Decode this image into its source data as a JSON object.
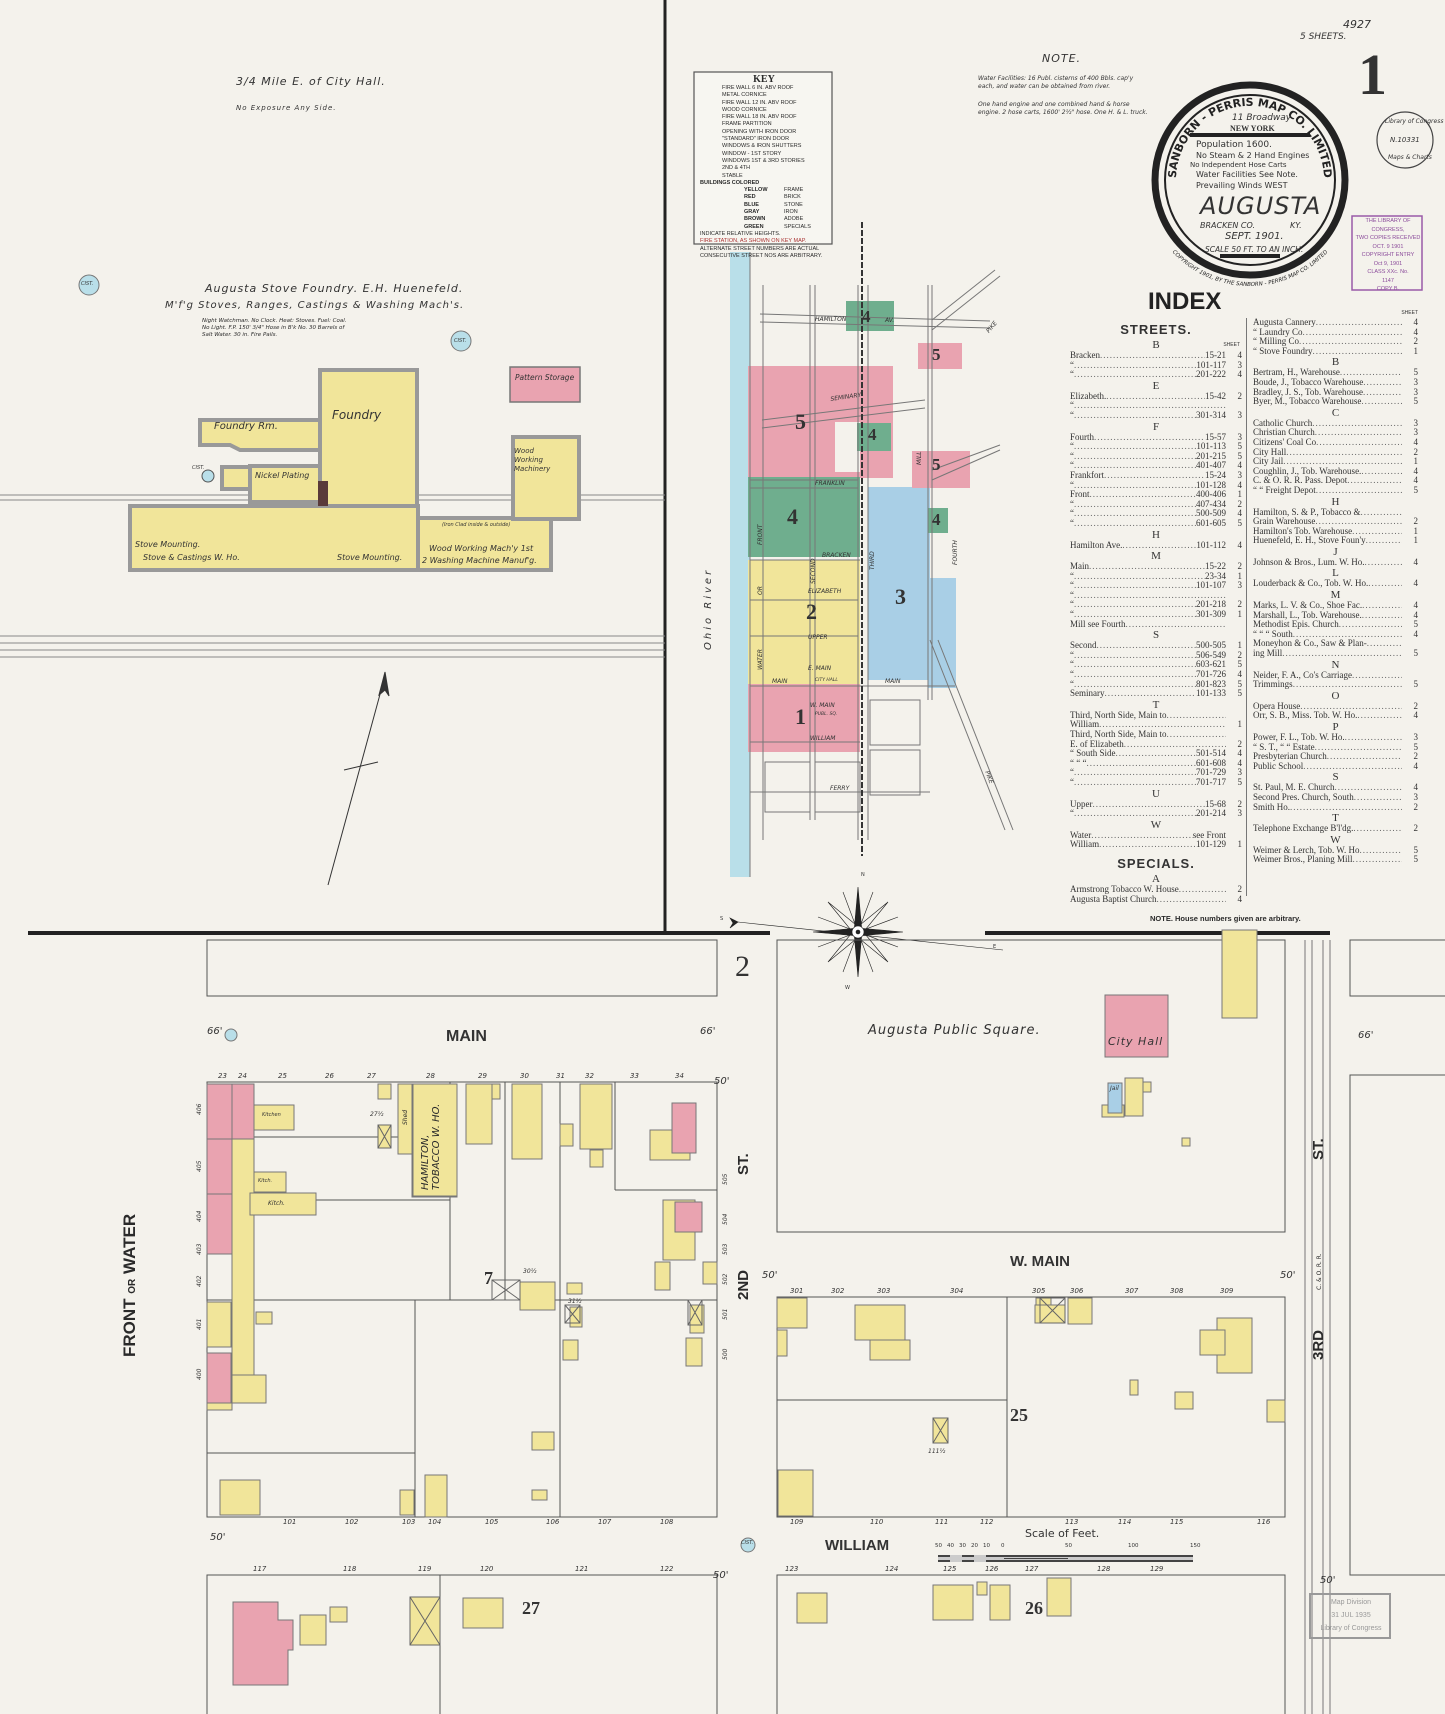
{
  "sheet": {
    "number": "1",
    "file_number": "4927",
    "sheets_note": "5 SHEETS.",
    "section_number": "2"
  },
  "seal": {
    "company": "SANBORN - PERRIS MAP CO. LIMITED",
    "address": "11 Broadway",
    "city": "NEW YORK",
    "population": "Population 1600.",
    "engines": "No Steam & 2 Hand Engines",
    "hose": "No Independent Hose Carts",
    "water": "Water Facilities See Note.",
    "winds": "Prevailing Winds WEST",
    "town": "AUGUSTA",
    "county": "BRACKEN CO.",
    "state": "KY.",
    "date": "SEPT. 1901.",
    "scale": "SCALE 50 FT. TO AN INCH.",
    "copyright": "COPYRIGHT 1901, BY THE SANBORN - PERRIS MAP CO. LIMITED"
  },
  "stamps": {
    "loc_circle": "Library of Congress",
    "loc_circle_number": "N.10331",
    "loc_circle_bottom": "Maps & Charts",
    "copyright_stamp": [
      "THE LIBRARY OF CONGRESS,",
      "TWO COPIES RECEIVED",
      "OCT. 9 1901",
      "COPYRIGHT ENTRY",
      "Oct 9, 1901",
      "CLASS  XXc. No.",
      "1147",
      "COPY B."
    ],
    "map_division": [
      "Map Division",
      "31 JUL 1935",
      "Library of Congress"
    ]
  },
  "note": {
    "title": "NOTE.",
    "water": "Water Facilities: 16 Publ. cisterns of 400 Bbls. cap'y each, and water can be obtained from river.",
    "equipment": "One hand engine and one combined hand & horse engine. 2 hose carts, 1600' 2½\" hose. One H. & L. truck."
  },
  "key": {
    "title": "KEY",
    "lines": [
      "FIRE WALL 6 IN. ABV ROOF",
      "METAL CORNICE",
      "FIRE WALL 12 IN. ABV ROOF",
      "WOOD CORNICE",
      "FIRE WALL 18 IN. ABV ROOF",
      "FRAME PARTITION",
      "OPENING WITH IRON DOOR",
      "\"STANDARD\" IRON DOOR",
      "WINDOWS & IRON SHUTTERS",
      "WINDOW - 1ST STORY",
      "WINDOWS 1ST & 3RD STORIES",
      "2ND & 4TH",
      "STABLE"
    ],
    "colors_heading": "BUILDINGS COLORED",
    "colors": [
      {
        "name": "YELLOW",
        "meaning": "FRAME",
        "hex": "#f1e59a"
      },
      {
        "name": "RED",
        "meaning": "BRICK",
        "hex": "#e9a3b0"
      },
      {
        "name": "BLUE",
        "meaning": "STONE",
        "hex": "#a9cfe6"
      },
      {
        "name": "GRAY",
        "meaning": "IRON",
        "hex": "#b5b5b5"
      },
      {
        "name": "BROWN",
        "meaning": "ADOBE",
        "hex": "#b08a60"
      },
      {
        "name": "GREEN",
        "meaning": "SPECIALS",
        "hex": "#6fae8e"
      }
    ],
    "heights": "INDICATE RELATIVE HEIGHTS.",
    "fire_station": "FIRE STATION, AS SHOWN ON KEY MAP.",
    "alternate": "ALTERNATE STREET NUMBERS ARE ACTUAL",
    "consecutive": "CONSECUTIVE STREET NOS ARE ARBITRARY."
  },
  "foundry_panel": {
    "location": "3/4 Mile E. of City Hall.",
    "exposure": "No Exposure Any Side.",
    "name": "Augusta Stove Foundry.   E.H. Huenefeld.",
    "business": "M'f'g Stoves, Ranges, Castings & Washing Mach's.",
    "details": [
      "Night Watchman. No Clock. Heat: Stoves. Fuel: Coal.",
      "No Light. F.P. 150' 3/4\" Hose in B'k No. 30 Barrels of",
      "Salt Water. 30 in. Fire Pails."
    ],
    "cistern_label": "CIST.",
    "buildings": {
      "foundry_rm": "Foundry Rm.",
      "foundry": "Foundry",
      "nickel_plating": "Nickel Plating",
      "stove_mounting_wh": [
        "Stove Mounting.",
        "Stove & Castings W. Ho."
      ],
      "stove_mounting": "Stove Mounting.",
      "wood_working_1": "Wood Working Mach'y 1st",
      "wood_working_2": "2 Washing Machine Manuf'g.",
      "iron_clad": "(Iron Clad inside & outside)",
      "wood_working_machinery": "Wood Working Machinery",
      "pattern_storage": "Pattern Storage"
    }
  },
  "key_map": {
    "river": "Ohio River",
    "streets": [
      "HAMILTON",
      "AV.",
      "SEMINARY",
      "FRANKLIN",
      "BRACKEN",
      "ELIZABETH",
      "UPPER",
      "E. MAIN",
      "MAIN",
      "W. MAIN",
      "WILLIAM",
      "FERRY",
      "FRONT",
      "WATER",
      "OR",
      "SECOND",
      "THIRD",
      "FOURTH",
      "MILL",
      "MAIN",
      "PIKE",
      "PIKE"
    ],
    "places": [
      "CITY HALL",
      "PUBL. SQ."
    ],
    "sheets": [
      "1",
      "2",
      "3",
      "4",
      "4",
      "4",
      "4",
      "5",
      "5",
      "5"
    ]
  },
  "compass": {
    "n": "N",
    "s": "S",
    "w": "W",
    "e": "E"
  },
  "lower_map": {
    "streets": {
      "main": "MAIN",
      "front_water": [
        "FRONT",
        "OR",
        "WATER"
      ],
      "second": [
        "2ND",
        "ST."
      ],
      "third": [
        "3RD",
        "ST."
      ],
      "w_main": "W. MAIN",
      "william": "WILLIAM",
      "railroad": "C. & O. R. R."
    },
    "public_square": "Augusta Public Square.",
    "city_hall": "City Hall",
    "jail": "Jail",
    "warehouse": [
      "HAMILTON,",
      "TOBACCO W. HO."
    ],
    "shed": "Shed",
    "kitchens": [
      "Kitchen",
      "Kitch.",
      "Kitch."
    ],
    "cistern": "CIST.",
    "widths": [
      "66'",
      "66'",
      "50'",
      "50'",
      "50'",
      "50'",
      "50'",
      "66'",
      "50'"
    ],
    "blocks": [
      "7",
      "25",
      "27",
      "26"
    ],
    "lots_main": [
      "23",
      "24",
      "25",
      "26",
      "27",
      "28",
      "29",
      "30",
      "31",
      "32",
      "33",
      "34"
    ],
    "lots_front": [
      "406",
      "405",
      "404",
      "403",
      "402",
      "401",
      "400"
    ],
    "lots_second_w": [
      "505",
      "504",
      "503",
      "502",
      "501",
      "500"
    ],
    "lots_william_n": [
      "101",
      "102",
      "103",
      "104",
      "105",
      "106",
      "107",
      "108"
    ],
    "lots_wmain": [
      "301",
      "302",
      "303",
      "304",
      "305",
      "306",
      "307",
      "308",
      "309"
    ],
    "lots_25_s": [
      "109",
      "110",
      "111",
      "112",
      "113",
      "114",
      "115",
      "116"
    ],
    "lots_27": [
      "117",
      "118",
      "119",
      "120",
      "121",
      "122"
    ],
    "lots_26": [
      "123",
      "124",
      "125",
      "126",
      "127",
      "128",
      "129"
    ],
    "half_lots": [
      "30½",
      "31½",
      "27½",
      "111½"
    ]
  },
  "scale": {
    "title": "Scale of Feet.",
    "ticks": [
      "50",
      "40",
      "30",
      "20",
      "10",
      "0",
      "50",
      "100",
      "150"
    ]
  },
  "index": {
    "title": "INDEX",
    "streets_heading": "STREETS.",
    "specials_heading": "SPECIALS.",
    "sheet_label": "SHEET",
    "note": "NOTE. House numbers given are arbitrary.",
    "streets": [
      {
        "letter": "B",
        "rows": [
          {
            "name": "Bracken",
            "range": "15-21",
            "sheet": "4"
          },
          {
            "name": "  “",
            "range": "101-117",
            "sheet": "3"
          },
          {
            "name": "  “",
            "range": "201-222",
            "sheet": "4"
          }
        ]
      },
      {
        "letter": "E",
        "rows": [
          {
            "name": "Elizabeth.",
            "range": "15-42",
            "sheet": "2"
          },
          {
            "name": "  “",
            "range": "",
            "sheet": ""
          },
          {
            "name": "  “",
            "range": "301-314",
            "sheet": "3"
          }
        ]
      },
      {
        "letter": "F",
        "rows": [
          {
            "name": "Fourth",
            "range": "15-57",
            "sheet": "3"
          },
          {
            "name": "  “",
            "range": "101-113",
            "sheet": "5"
          },
          {
            "name": "  “",
            "range": "201-215",
            "sheet": "5"
          },
          {
            "name": "  “",
            "range": "401-407",
            "sheet": "4"
          },
          {
            "name": "Frankfort",
            "range": "15-24",
            "sheet": "3"
          },
          {
            "name": "     “",
            "range": "101-128",
            "sheet": "4"
          },
          {
            "name": "Front",
            "range": "400-406",
            "sheet": "1"
          },
          {
            "name": "  “",
            "range": "407-434",
            "sheet": "2"
          },
          {
            "name": "  “",
            "range": "500-509",
            "sheet": "4"
          },
          {
            "name": "  “",
            "range": "601-605",
            "sheet": "5"
          }
        ]
      },
      {
        "letter": "H",
        "rows": [
          {
            "name": "Hamilton Ave.",
            "range": "101-112",
            "sheet": "4"
          }
        ]
      },
      {
        "letter": "M",
        "rows": [
          {
            "name": "Main",
            "range": "15-22",
            "sheet": "2"
          },
          {
            "name": "  “",
            "range": "23-34",
            "sheet": "1"
          },
          {
            "name": "  “",
            "range": "101-107",
            "sheet": "3"
          },
          {
            "name": "  “",
            "range": "",
            "sheet": ""
          },
          {
            "name": "  “",
            "range": "201-218",
            "sheet": "2"
          },
          {
            "name": "  “",
            "range": "301-309",
            "sheet": "1"
          },
          {
            "name": "Mill see Fourth",
            "range": "",
            "sheet": ""
          }
        ]
      },
      {
        "letter": "S",
        "rows": [
          {
            "name": "Second",
            "range": "500-505",
            "sheet": "1"
          },
          {
            "name": "  “",
            "range": "506-549",
            "sheet": "2"
          },
          {
            "name": "  “",
            "range": "603-621",
            "sheet": "5"
          },
          {
            "name": "  “",
            "range": "701-726",
            "sheet": "4"
          },
          {
            "name": "  “",
            "range": "801-823",
            "sheet": "5"
          },
          {
            "name": "Seminary",
            "range": "101-133",
            "sheet": "5"
          }
        ]
      },
      {
        "letter": "T",
        "rows": [
          {
            "name": "Third, North Side, Main to",
            "range": "",
            "sheet": ""
          },
          {
            "name": "     William",
            "range": "",
            "sheet": "1"
          },
          {
            "name": "Third, North Side, Main to",
            "range": "",
            "sheet": ""
          },
          {
            "name": "     E. of Elizabeth",
            "range": "",
            "sheet": "2"
          },
          {
            "name": "  “  South Side",
            "range": "501-514",
            "sheet": "4"
          },
          {
            "name": "  “   “   “",
            "range": "601-608",
            "sheet": "4"
          },
          {
            "name": "  “",
            "range": "701-729",
            "sheet": "3"
          },
          {
            "name": "  “",
            "range": "701-717",
            "sheet": "5"
          }
        ]
      },
      {
        "letter": "U",
        "rows": [
          {
            "name": "Upper",
            "range": "15-68",
            "sheet": "2"
          },
          {
            "name": "  “",
            "range": "201-214",
            "sheet": "3"
          }
        ]
      },
      {
        "letter": "W",
        "rows": [
          {
            "name": "Water",
            "range": "see Front",
            "sheet": ""
          },
          {
            "name": "William",
            "range": "101-129",
            "sheet": "1"
          }
        ]
      }
    ],
    "specials_left": [
      {
        "letter": "A",
        "rows": [
          {
            "name": "Armstrong Tobacco W. House",
            "range": "",
            "sheet": "2"
          },
          {
            "name": "Augusta Baptist Church",
            "range": "",
            "sheet": "4"
          }
        ]
      }
    ],
    "specials_right": [
      {
        "letter": "",
        "rows": [
          {
            "name": "Augusta Cannery",
            "range": "",
            "sheet": "4"
          },
          {
            "name": "  “   Laundry Co",
            "range": "",
            "sheet": "4"
          },
          {
            "name": "  “   Milling Co",
            "range": "",
            "sheet": "2"
          },
          {
            "name": "  “   Stove Foundry",
            "range": "",
            "sheet": "1"
          }
        ]
      },
      {
        "letter": "B",
        "rows": [
          {
            "name": "Bertram, H., Warehouse",
            "range": "",
            "sheet": "5"
          },
          {
            "name": "Boude, J., Tobacco Warehouse",
            "range": "",
            "sheet": "3"
          },
          {
            "name": "Bradley, J. S., Tob. Warehouse",
            "range": "",
            "sheet": "3"
          },
          {
            "name": "Byer, M., Tobacco Warehouse",
            "range": "",
            "sheet": "5"
          }
        ]
      },
      {
        "letter": "C",
        "rows": [
          {
            "name": "Catholic Church",
            "range": "",
            "sheet": "3"
          },
          {
            "name": "Christian Church",
            "range": "",
            "sheet": "3"
          },
          {
            "name": "Citizens' Coal Co",
            "range": "",
            "sheet": "4"
          },
          {
            "name": "City Hall",
            "range": "",
            "sheet": "2"
          },
          {
            "name": "City Jail",
            "range": "",
            "sheet": "1"
          },
          {
            "name": "Coughlin, J., Tob. Warehouse.",
            "range": "",
            "sheet": "4"
          },
          {
            "name": "C. & O. R. R. Pass. Depot",
            "range": "",
            "sheet": "4"
          },
          {
            "name": "   “  “  Freight Depot",
            "range": "",
            "sheet": "5"
          }
        ]
      },
      {
        "letter": "H",
        "rows": [
          {
            "name": "Hamilton, S. & P., Tobacco &",
            "range": "",
            "sheet": ""
          },
          {
            "name": "     Grain Warehouse",
            "range": "",
            "sheet": "2"
          },
          {
            "name": "Hamilton's Tob. Warehouse",
            "range": "",
            "sheet": "1"
          },
          {
            "name": "Huenefeld, E. H., Stove Foun'y",
            "range": "",
            "sheet": "1"
          }
        ]
      },
      {
        "letter": "J",
        "rows": [
          {
            "name": "Johnson & Bros., Lum. W. Ho.",
            "range": "",
            "sheet": "4"
          }
        ]
      },
      {
        "letter": "L",
        "rows": [
          {
            "name": "Louderback & Co., Tob. W. Ho.",
            "range": "",
            "sheet": "4"
          }
        ]
      },
      {
        "letter": "M",
        "rows": [
          {
            "name": "Marks, L. V. & Co., Shoe Fac.",
            "range": "",
            "sheet": "4"
          },
          {
            "name": "Marshall, L., Tob. Warehouse.",
            "range": "",
            "sheet": "4"
          },
          {
            "name": "Methodist Epis. Church",
            "range": "",
            "sheet": "5"
          },
          {
            "name": "   “   “   “  South",
            "range": "",
            "sheet": "4"
          },
          {
            "name": "Moneyhon & Co., Saw & Plan-",
            "range": "",
            "sheet": ""
          },
          {
            "name": "     ing Mill",
            "range": "",
            "sheet": "5"
          }
        ]
      },
      {
        "letter": "N",
        "rows": [
          {
            "name": "Neider, F. A., Co's Carriage",
            "range": "",
            "sheet": ""
          },
          {
            "name": "     Trimmings",
            "range": "",
            "sheet": "5"
          }
        ]
      },
      {
        "letter": "O",
        "rows": [
          {
            "name": "Opera House",
            "range": "",
            "sheet": "2"
          },
          {
            "name": "Orr, S. B., Miss. Tob. W. Ho.",
            "range": "",
            "sheet": "4"
          }
        ]
      },
      {
        "letter": "P",
        "rows": [
          {
            "name": "Power, F. L., Tob. W. Ho.",
            "range": "",
            "sheet": "3"
          },
          {
            "name": "   “  S. T.,  “  “ Estate",
            "range": "",
            "sheet": "5"
          },
          {
            "name": "Presbyterian Church",
            "range": "",
            "sheet": "2"
          },
          {
            "name": "Public School",
            "range": "",
            "sheet": "4"
          }
        ]
      },
      {
        "letter": "S",
        "rows": [
          {
            "name": "St. Paul, M. E. Church",
            "range": "",
            "sheet": "4"
          },
          {
            "name": "Second Pres. Church, South",
            "range": "",
            "sheet": "3"
          },
          {
            "name": "Smith Ho.",
            "range": "",
            "sheet": "2"
          }
        ]
      },
      {
        "letter": "T",
        "rows": [
          {
            "name": "Telephone Exchange B'l'dg.",
            "range": "",
            "sheet": "2"
          }
        ]
      },
      {
        "letter": "W",
        "rows": [
          {
            "name": "Weimer & Lerch, Tob. W. Ho",
            "range": "",
            "sheet": "5"
          },
          {
            "name": "Weimer Bros., Planing Mill",
            "range": "",
            "sheet": "5"
          }
        ]
      }
    ]
  },
  "colors": {
    "frame": "#f1e59a",
    "brick": "#e9a3b0",
    "stone": "#a9cfe6",
    "special": "#6fae8e",
    "river": "#b9dfe9",
    "paper": "#f4f2ec",
    "ink": "#333333"
  }
}
